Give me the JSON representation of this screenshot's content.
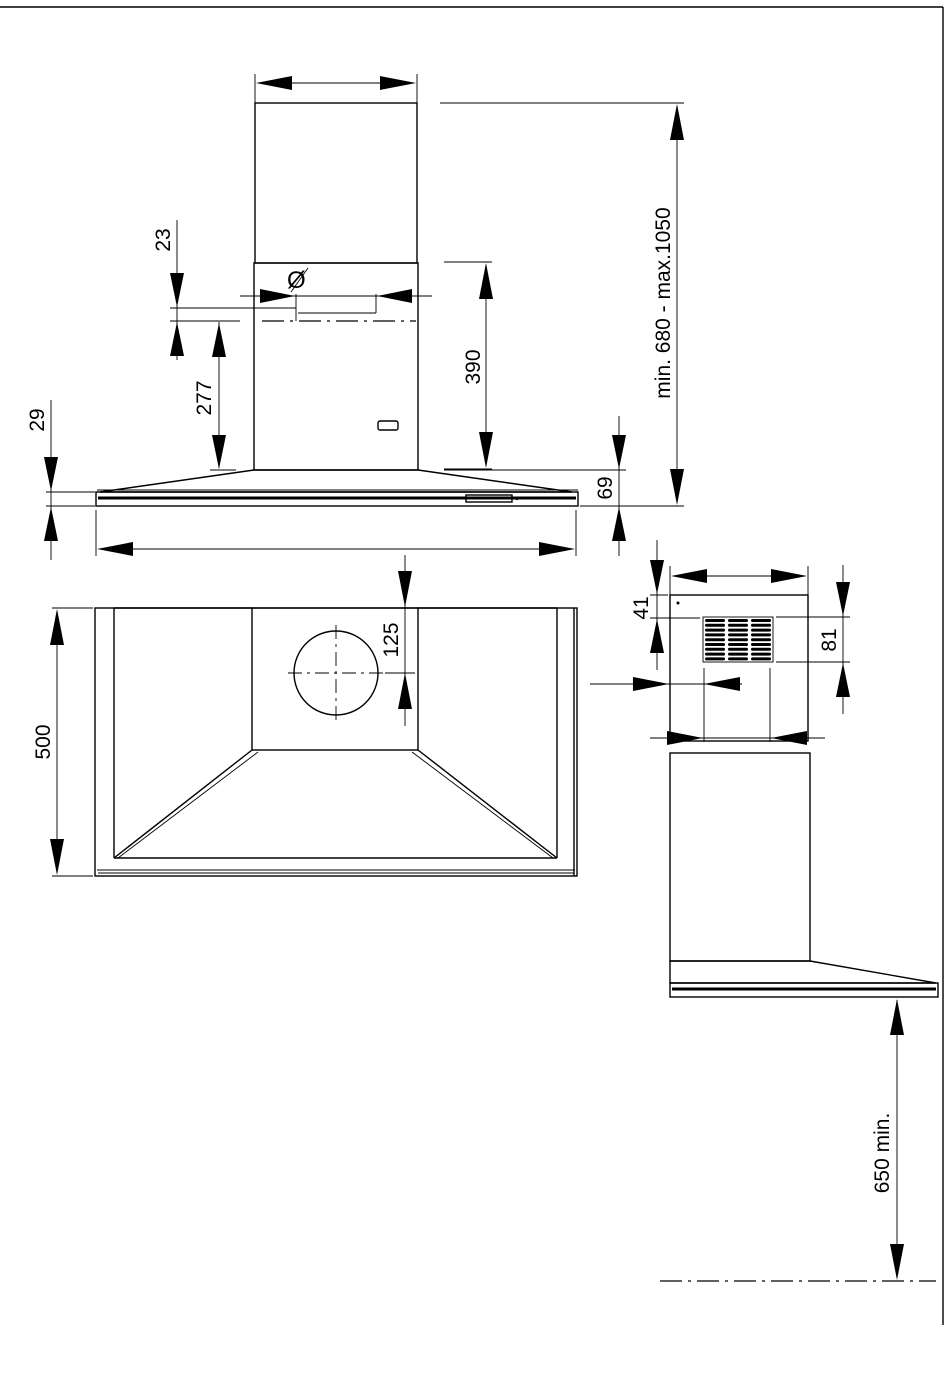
{
  "dimensions": {
    "duct_height_range": "min. 680 - max.1050",
    "flue_cutout_height": "390",
    "duct_offset": "23",
    "mount_height": "277",
    "canopy_thickness": "29",
    "canopy_edge_height": "69",
    "depth": "500",
    "hole_offset": "125",
    "bracket_top": "41",
    "vent_height": "81",
    "hob_clearance": "650 min."
  },
  "symbols": {
    "diameter": "Ø"
  },
  "colors": {
    "line": "#000000",
    "background": "#ffffff"
  }
}
